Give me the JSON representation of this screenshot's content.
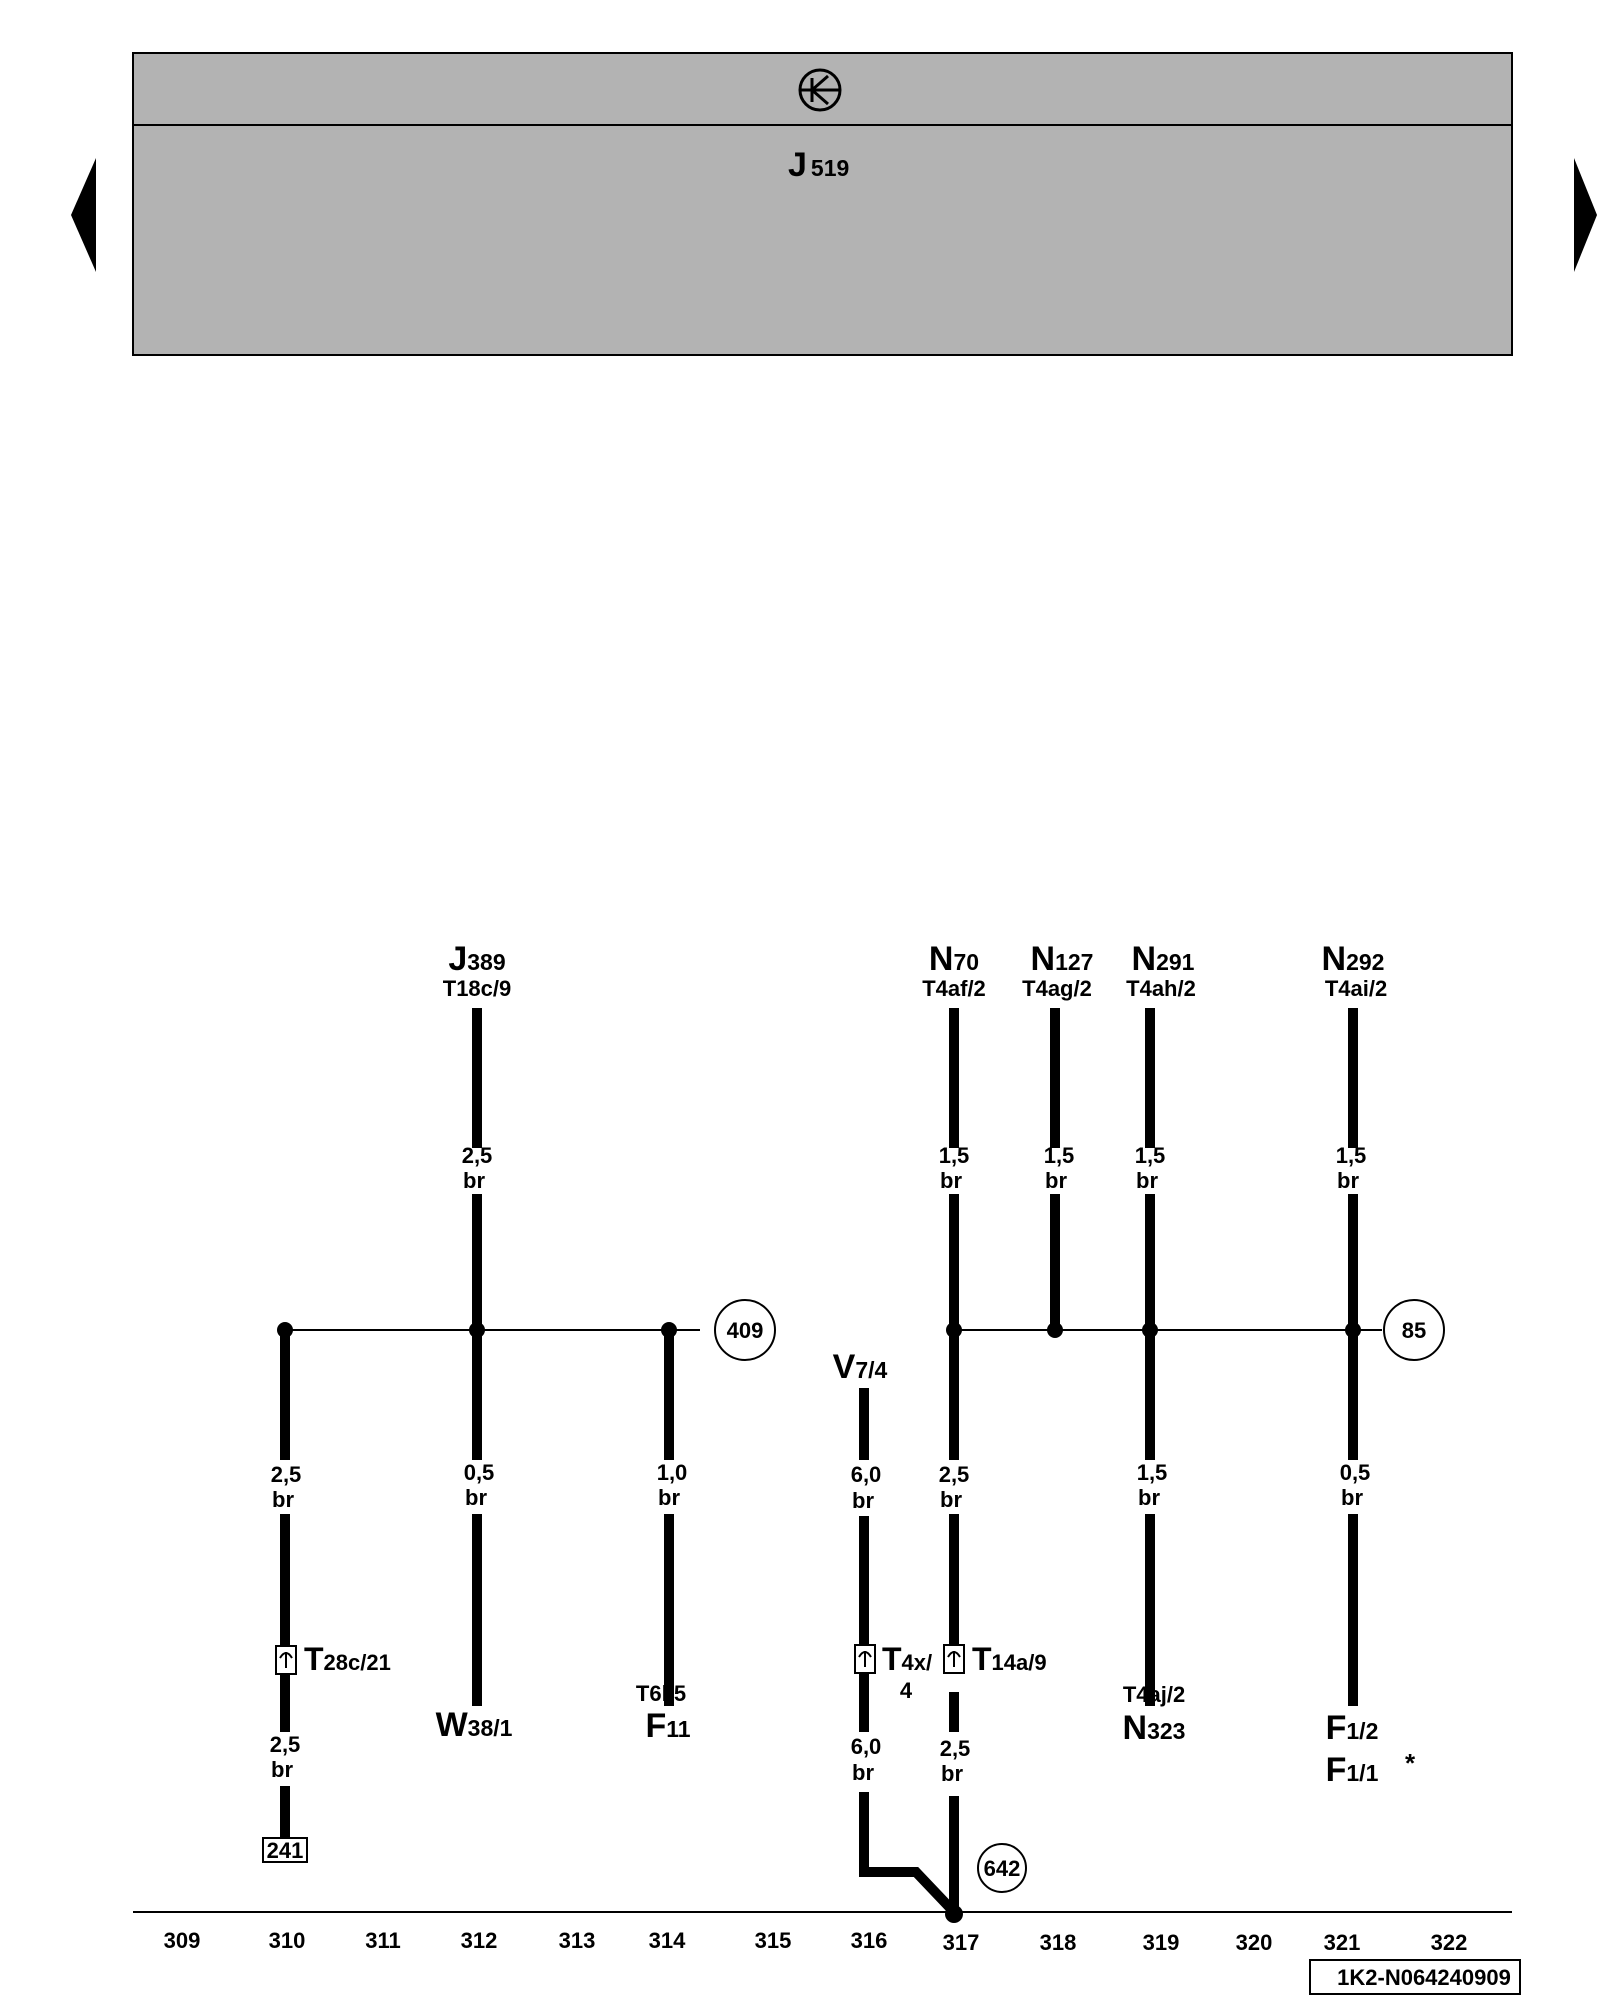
{
  "header": {
    "unit_name": "J",
    "unit_sub": "519"
  },
  "nav": {
    "prev_icon": "triangle-left-icon",
    "next_icon": "triangle-right-icon",
    "ground_symbol_icon": "ground-circle-icon"
  },
  "components": {
    "j389": {
      "name": "J",
      "sub": "389",
      "pin": "T18c/9"
    },
    "n70": {
      "name": "N",
      "sub": "70",
      "pin": "T4af/2"
    },
    "n127": {
      "name": "N",
      "sub": "127",
      "pin": "T4ag/2"
    },
    "n291": {
      "name": "N",
      "sub": "291",
      "pin": "T4ah/2"
    },
    "n292": {
      "name": "N",
      "sub": "292",
      "pin": "T4ai/2"
    },
    "v7": {
      "name": "V",
      "sub": "7/4"
    },
    "w38": {
      "name": "W",
      "sub": "38/1"
    },
    "f11": {
      "name": "F",
      "sub": "11",
      "pin": "T6l/5"
    },
    "n323": {
      "name": "N",
      "sub": "323",
      "pin": "T4aj/2"
    },
    "f1_2": {
      "name": "F",
      "sub": "1/2"
    },
    "f1_1": {
      "name": "F",
      "sub": "1/1",
      "note": "*"
    }
  },
  "wires": {
    "j389_top": {
      "size": "2,5",
      "color": "br"
    },
    "n70_top": {
      "size": "1,5",
      "color": "br"
    },
    "n127_top": {
      "size": "1,5",
      "color": "br"
    },
    "n291_top": {
      "size": "1,5",
      "color": "br"
    },
    "n292_top": {
      "size": "1,5",
      "color": "br"
    },
    "w310_upper": {
      "size": "2,5",
      "color": "br"
    },
    "w310_lower": {
      "size": "2,5",
      "color": "br"
    },
    "w312": {
      "size": "0,5",
      "color": "br"
    },
    "w314": {
      "size": "1,0",
      "color": "br"
    },
    "v7_upper": {
      "size": "6,0",
      "color": "br"
    },
    "v7_lower": {
      "size": "6,0",
      "color": "br"
    },
    "w317_upper": {
      "size": "2,5",
      "color": "br"
    },
    "w317_lower": {
      "size": "2,5",
      "color": "br"
    },
    "w319": {
      "size": "1,5",
      "color": "br"
    },
    "w321": {
      "size": "0,5",
      "color": "br"
    }
  },
  "connectors": {
    "t28c": {
      "name": "T",
      "sub": "28c/21"
    },
    "t4x": {
      "name": "T",
      "sub": "4x/",
      "sub2": "4"
    },
    "t14a": {
      "name": "T",
      "sub": "14a/9"
    }
  },
  "references": {
    "ref409": "409",
    "ref85": "85",
    "ref642": "642",
    "ref241": "241"
  },
  "scale": [
    "309",
    "310",
    "311",
    "312",
    "313",
    "314",
    "315",
    "316",
    "317",
    "318",
    "319",
    "320",
    "321",
    "322"
  ],
  "document_id": "1K2-N064240909"
}
